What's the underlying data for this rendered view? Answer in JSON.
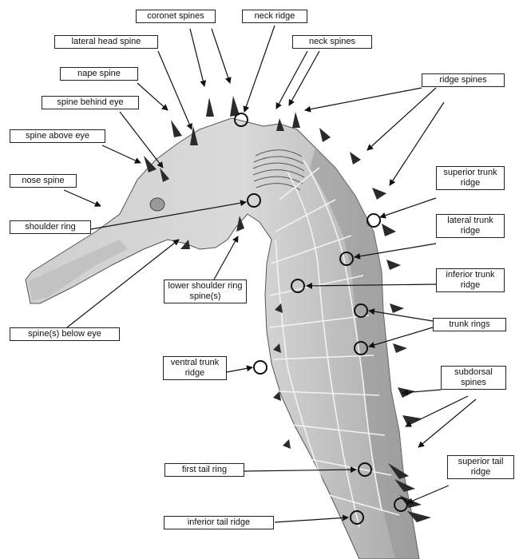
{
  "colors": {
    "ink": "#111111",
    "body_fill": "#d6d6d6",
    "body_shade": "#9a9a9a",
    "ridge_line": "#f4f4f4",
    "spine": "#333333"
  },
  "labels": {
    "coronet_spines": "coronet spines",
    "neck_ridge": "neck ridge",
    "lateral_head_spine": "lateral head spine",
    "neck_spines": "neck spines",
    "nape_spine": "nape spine",
    "ridge_spines": "ridge spines",
    "spine_behind_eye": "spine behind eye",
    "spine_above_eye": "spine above eye",
    "superior_trunk_ridge": "superior trunk ridge",
    "nose_spine": "nose spine",
    "shoulder_ring": "shoulder ring",
    "lateral_trunk_ridge": "lateral trunk ridge",
    "lower_shoulder_ring_spines": "lower shoulder ring spine(s)",
    "inferior_trunk_ridge": "inferior trunk ridge",
    "spines_below_eye": "spine(s) below eye",
    "trunk_rings": "trunk rings",
    "ventral_trunk_ridge": "ventral trunk ridge",
    "subdorsal_spines": "subdorsal spines",
    "first_tail_ring": "first tail ring",
    "superior_tail_ridge": "superior tail ridge",
    "inferior_tail_ridge": "inferior tail ridge"
  }
}
